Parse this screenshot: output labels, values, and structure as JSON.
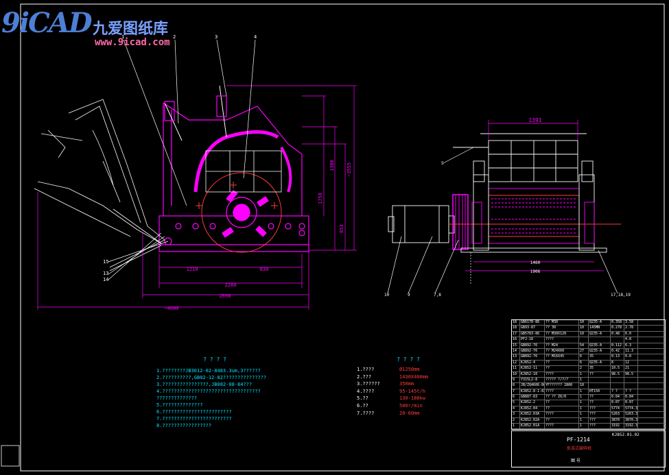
{
  "watermark": {
    "logo": "9iCAD",
    "cn": "九爱图纸库",
    "url": "www.9icad.com"
  },
  "dims": {
    "top_1391": "1391",
    "d1210": "1210",
    "d830": "830",
    "d2280": "2280",
    "d2690": "2690",
    "d4000": "~4000",
    "d1380": "1380",
    "d1750": "1750",
    "d3555": "~3555",
    "d853": "853",
    "d1460": "1460",
    "d1906": "1906"
  },
  "callouts": {
    "c1": "1",
    "c2": "2",
    "c3": "3",
    "c4": "4",
    "c5": "5",
    "c10": "10",
    "c9": "9",
    "c78": "7,8",
    "c171819": "17,18,19",
    "c15": "15",
    "c13": "13",
    "c14": "14"
  },
  "notes": {
    "heading": "? ? ? ?",
    "lines": [
      "1.????????JB3012-02-8483.3um,3??????",
      "2.??????????,GB02-12-82???????????????",
      "3.????????????????,JB082-08-84???",
      "4.??????????????????????????????????",
      "  ??????????????",
      "5.??????????????",
      "6.????????????????????????",
      "7.????????????????????????",
      "8.?????????????????"
    ]
  },
  "params": {
    "heading": "? ? ? ?",
    "rows": [
      {
        "k": "1.????",
        "v": "Ø1250mm"
      },
      {
        "k": "2.???",
        "v": "1430X400mm"
      },
      {
        "k": "3.??????",
        "v": "350mm"
      },
      {
        "k": "4.????",
        "v": "95-145t/h"
      },
      {
        "k": "5.??",
        "v": "130-180kw"
      },
      {
        "k": "6.??",
        "v": "500r/min"
      },
      {
        "k": "7.????",
        "v": "20-60mm"
      }
    ]
  },
  "bom": [
    [
      "18",
      "GB6170-86",
      "?? M30",
      "10",
      "Q235-A",
      "0.358",
      "3.58"
    ],
    [
      "18",
      "GB93-87",
      "?? 30",
      "10",
      "145MN",
      "0.278",
      "2.78"
    ],
    [
      "17",
      "GB5783-86",
      "?? M30X120",
      "10",
      "Q235-A",
      "0.48",
      "6.0"
    ],
    [
      "16",
      "PFJ-18",
      "????",
      "",
      "",
      "",
      "4.8"
    ],
    [
      "15",
      "GB892-76",
      "?? M24",
      "54",
      "Q235-A",
      "0.112",
      "6.3"
    ],
    [
      "14",
      "GB892-76",
      "?? M24X60",
      "27",
      "Q235-A",
      "0.42",
      "11.3"
    ],
    [
      "13",
      "GB892-76",
      "?? M16X45",
      "6",
      "35",
      "0.13",
      "0.8"
    ],
    [
      "12",
      "KJ852-4",
      "??",
      "6",
      "Q235-A",
      "8",
      "12"
    ],
    [
      "11",
      "KJ852-11",
      "??",
      "2",
      "35",
      "10.5",
      "21"
    ],
    [
      "10",
      "KJ852-10",
      "????",
      "1",
      "??",
      "98.5",
      "98.5"
    ],
    [
      "9",
      "Y315L2-8",
      "????? ?/?/?",
      "1",
      "",
      "",
      ""
    ],
    [
      "8",
      "JB/ZQ4606-86",
      "YF?????? 2800",
      "10",
      "",
      "",
      ""
    ],
    [
      "7",
      "KJ852.8-1-83",
      "????",
      "1",
      "HT150",
      "? ?",
      "? ?"
    ],
    [
      "6",
      "GB887-83",
      "?? ?? Z6/0",
      "1",
      "??",
      "0.04",
      "0.04"
    ],
    [
      "5",
      "KJ852.2",
      "??",
      "1",
      "??",
      "0.07",
      "0.07"
    ],
    [
      "4",
      "KJ852.04",
      "??",
      "1",
      "???",
      "5774",
      "5774.3"
    ],
    [
      "3",
      "KJ852.03A",
      "????",
      "1",
      "???",
      "5263",
      "5263.3"
    ],
    [
      "2",
      "KJ852.02A",
      "??",
      "1",
      "???",
      "3870",
      "3870.3"
    ],
    [
      "1",
      "KJ852.01A",
      "????",
      "1",
      "???",
      "3192",
      "3192.3"
    ]
  ],
  "title_block": {
    "name": "PF-1214",
    "sub": "反击式破碎机",
    "code": "KJ852.01.02",
    "stamp": "图 号"
  },
  "colors": {
    "frame": "#ffffff",
    "machine": "#ff00ff",
    "dim": "#ff00ff",
    "detail": "#ffffff",
    "accent": "#ff3b3b",
    "cyan": "#00e5ff"
  }
}
